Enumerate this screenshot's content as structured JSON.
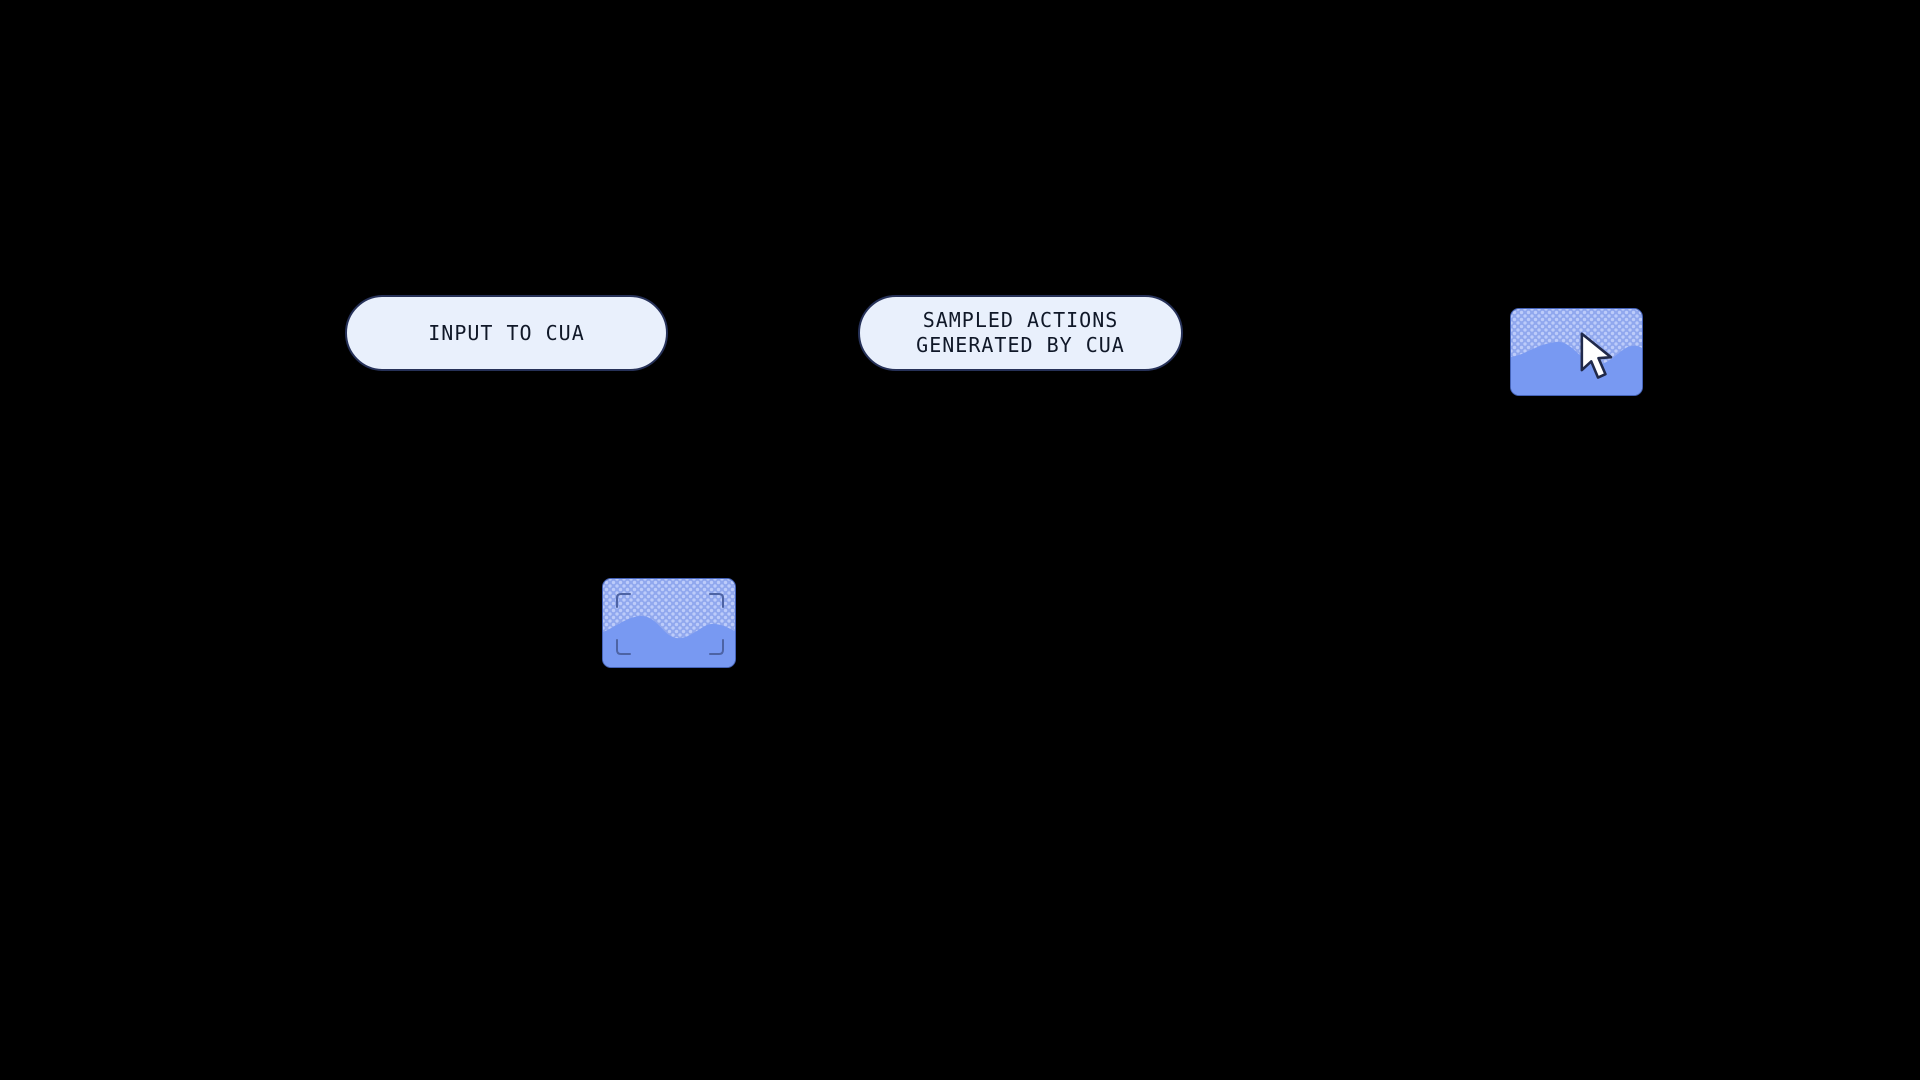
{
  "figure": {
    "type": "diagram",
    "background": "#000000",
    "pills": {
      "input": {
        "label": "INPUT TO CUA"
      },
      "sampled": {
        "label_line1": "SAMPLED ACTIONS",
        "label_line2": "GENERATED BY CUA"
      }
    },
    "icons": {
      "screenshot_viewfinder": "image-thumbnail-with-viewfinder-brackets-icon",
      "screenshot_cursor": "image-thumbnail-with-mouse-cursor-icon",
      "cursor": "mouse-pointer-icon"
    },
    "colors": {
      "bg": "#000000",
      "pill-fill": "#e9f0fc",
      "pill-border": "#263158",
      "pill-text": "#101828",
      "thumb-base": "#91a8ee",
      "thumb-dots": "#bdccfa",
      "thumb-border": "#4563b8",
      "wave-fill": "#7899f2",
      "bracket-stroke": "#4d63a4",
      "cursor-fill": "#ffffff",
      "cursor-outline": "#20294a"
    }
  }
}
